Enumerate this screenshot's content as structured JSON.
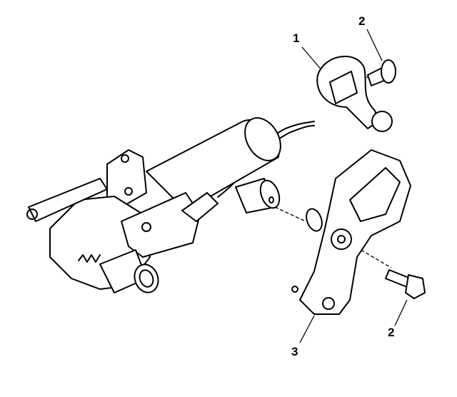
{
  "callouts": [
    {
      "id": "part-1",
      "label": "1"
    },
    {
      "id": "part-2-top",
      "label": "2"
    },
    {
      "id": "part-2-bottom",
      "label": "2"
    },
    {
      "id": "part-3",
      "label": "3"
    }
  ],
  "colors": {
    "line": "#000000",
    "background": "#ffffff"
  }
}
